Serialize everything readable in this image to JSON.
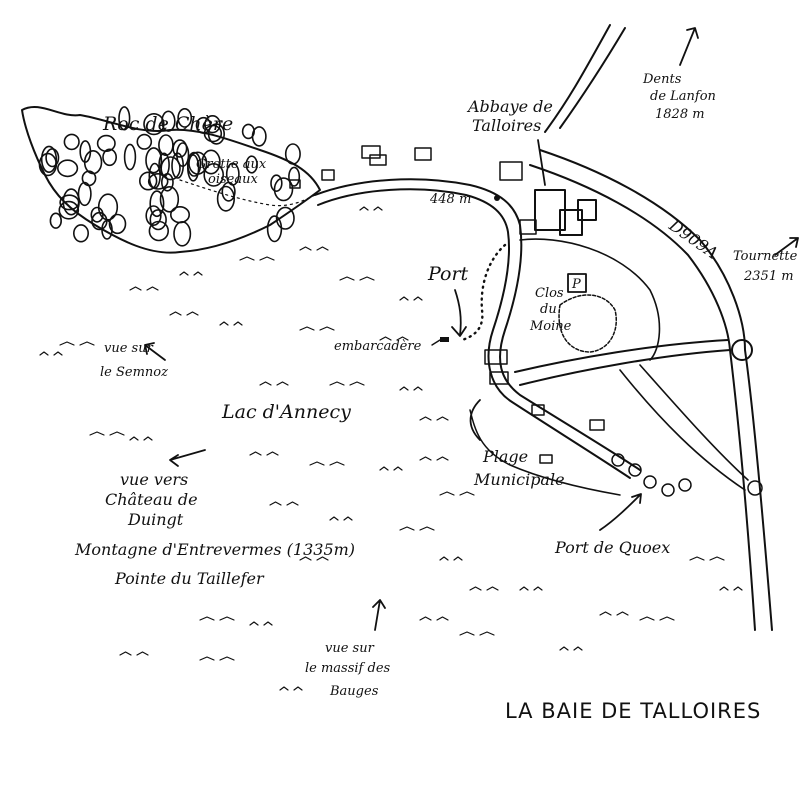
{
  "title": "LA BAIE DE TALLOIRES",
  "places": {
    "roc_de_chere": "Roc de Chère",
    "grotte": [
      "Grotte aux",
      "oiseaux"
    ],
    "abbaye": [
      "Abbaye de",
      "Talloires"
    ],
    "dents_de_lanfon": [
      "Dents",
      "de Lanfon",
      "1828 m"
    ],
    "tournette": [
      "Tournette",
      "2351 m"
    ],
    "road": "D909A",
    "altitude": "448 m",
    "port": "Port",
    "parking": "P",
    "clos_du_moine": [
      "Clos",
      "du",
      "Moine"
    ],
    "embarcadere": "embarcadère",
    "lake": "Lac d'Annecy",
    "plage": [
      "Plage",
      "Municipale"
    ],
    "port_de_quoex": "Port de Quoex"
  },
  "views": {
    "semnoz": [
      "vue sur",
      "le Semnoz"
    ],
    "duingt": [
      "vue vers",
      "Château de",
      "Duingt"
    ],
    "entrevermes": "Montagne d'Entrevermes (1335m)",
    "taillefer": "Pointe du Taillefer",
    "bauges": [
      "vue sur",
      "le massif des",
      "Bauges"
    ]
  },
  "colors": {
    "ink": "#111111",
    "paper": "#ffffff"
  }
}
